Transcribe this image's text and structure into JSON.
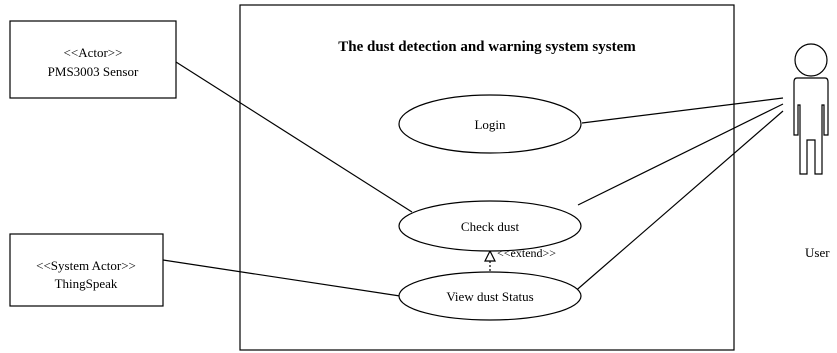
{
  "system": {
    "title": "The dust detection and warning system system"
  },
  "actors": {
    "pms_sensor": {
      "stereotype": "<<Actor>>",
      "name": "PMS3003 Sensor"
    },
    "thingspeak": {
      "stereotype": "<<System Actor>>",
      "name": "ThingSpeak"
    },
    "user": {
      "name": "User"
    }
  },
  "use_cases": {
    "login": "Login",
    "check_dust": "Check dust",
    "view_dust_status": "View dust Status"
  },
  "relations": {
    "extend_label": "<<extend>>"
  }
}
